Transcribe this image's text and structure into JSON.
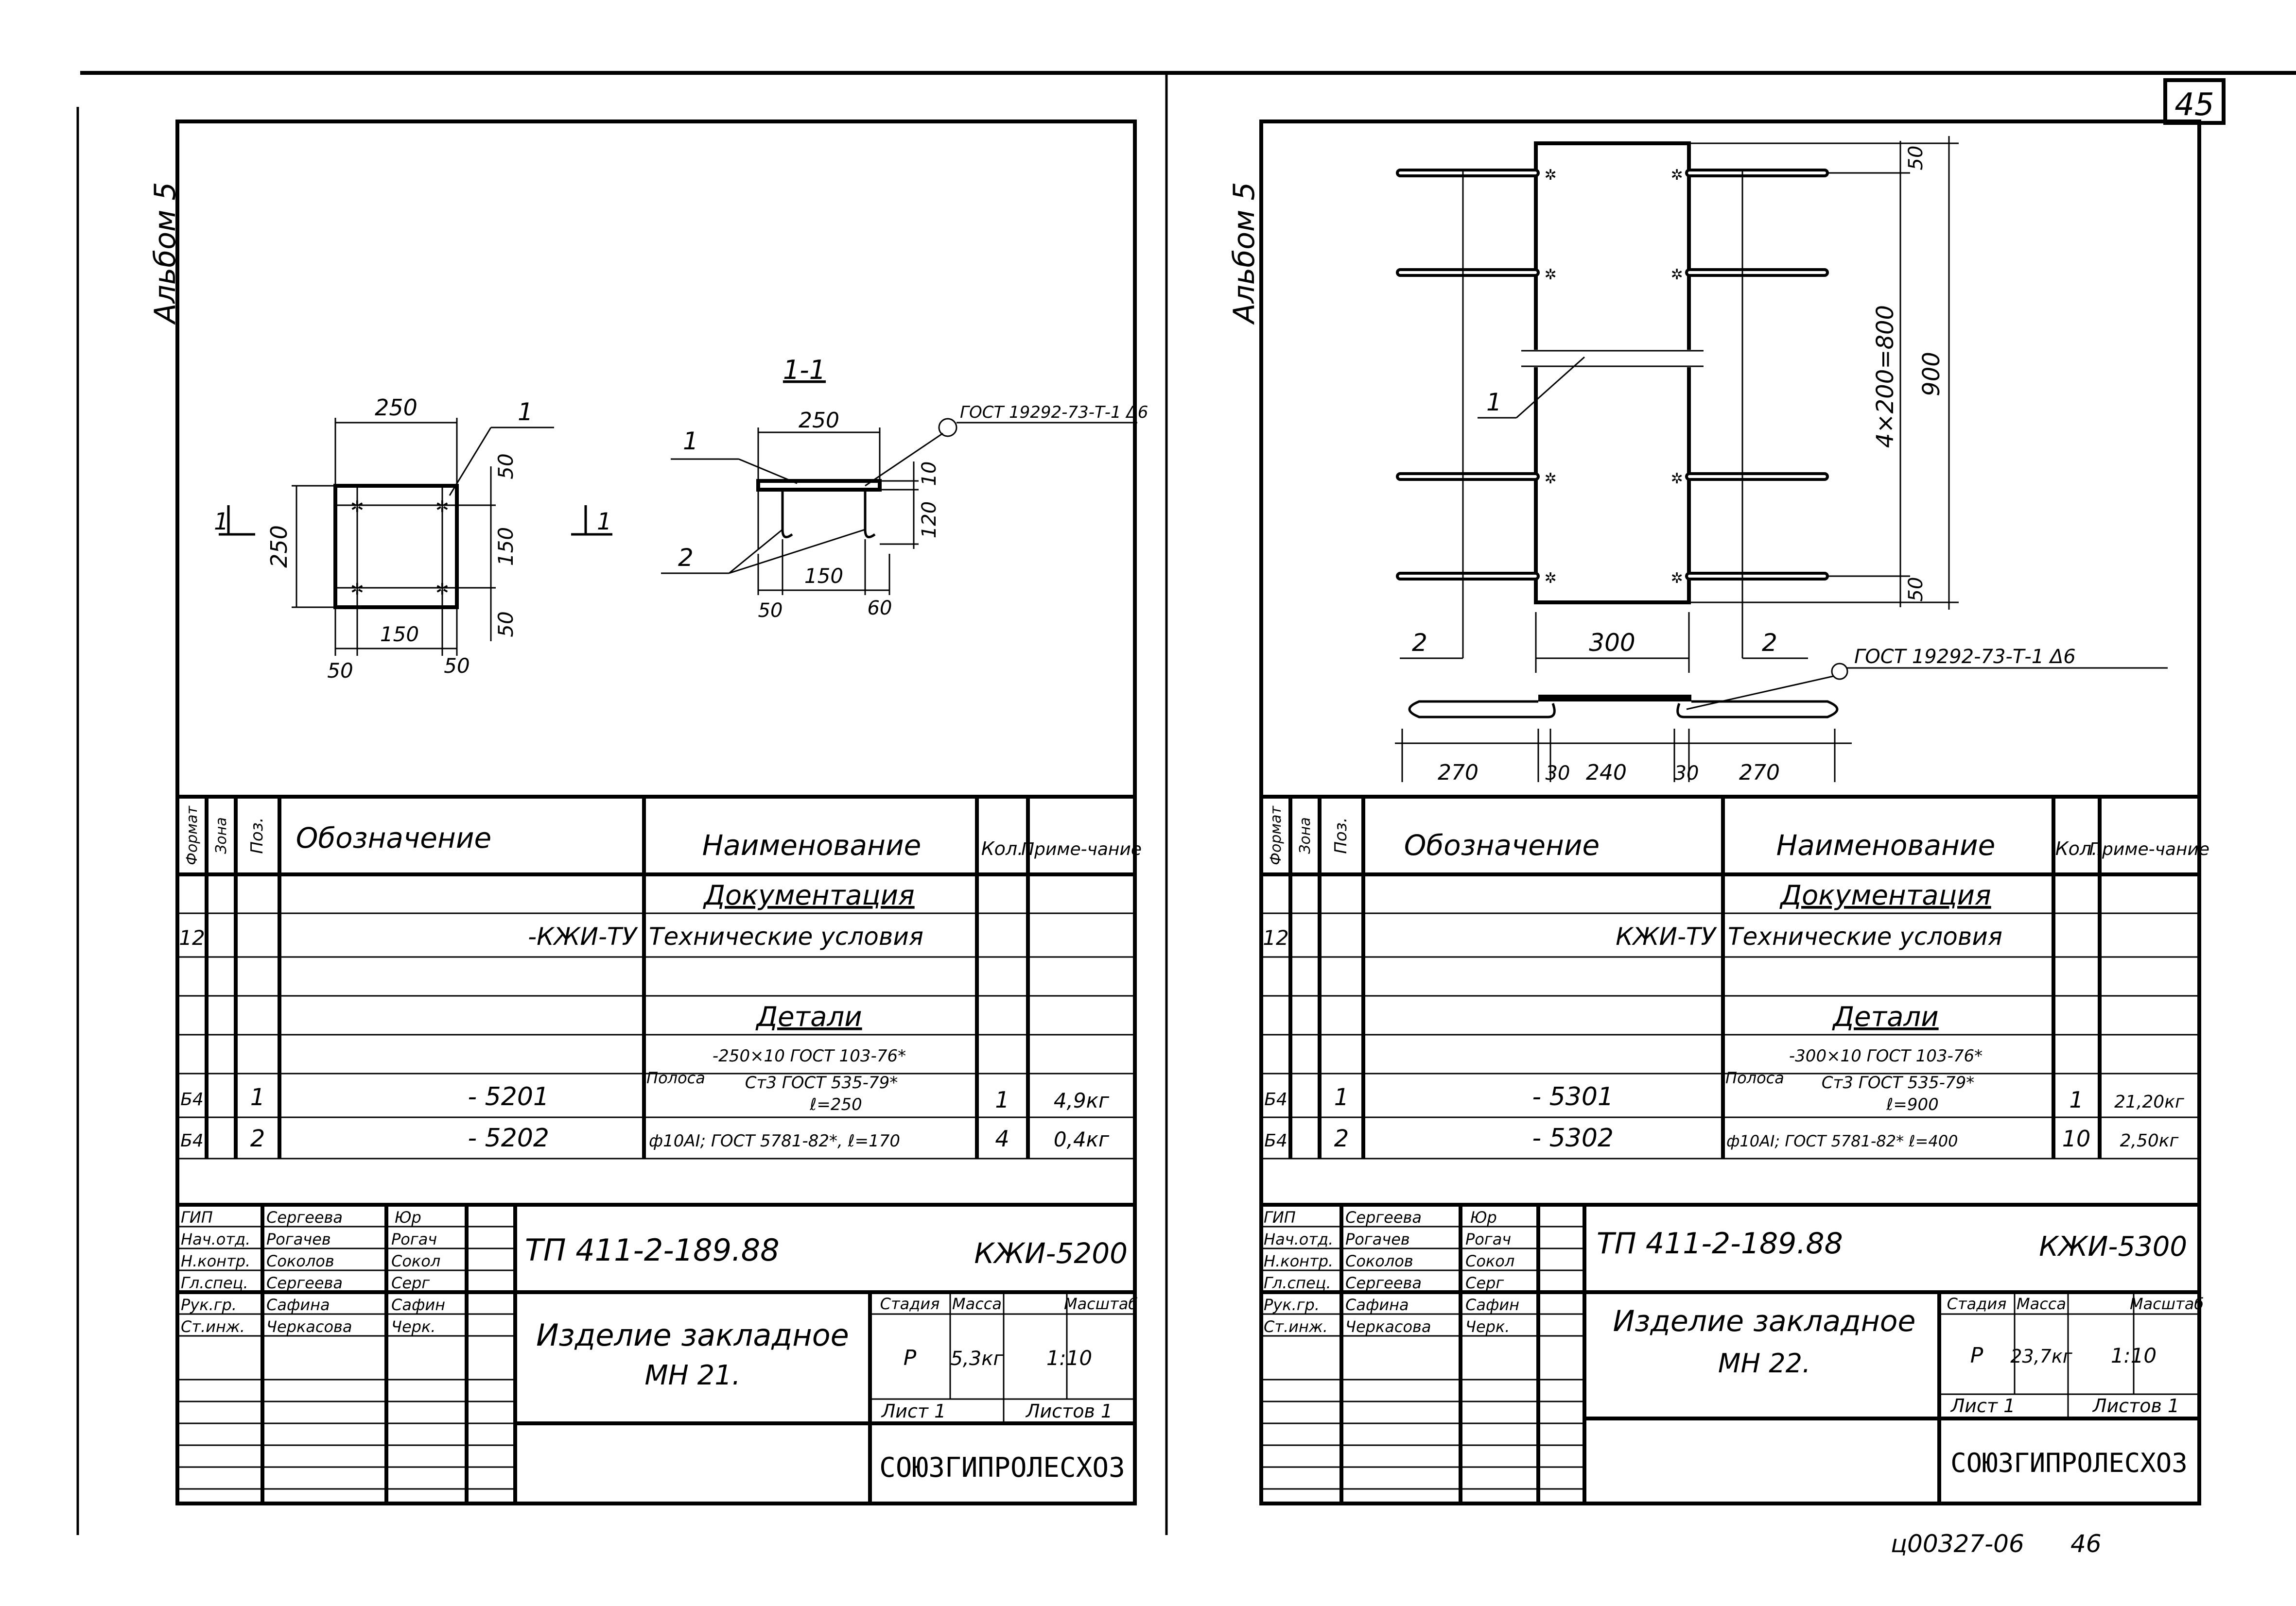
{
  "page_number": "45",
  "footer_code": "ц00327-06",
  "footer_page": "46",
  "sheet1": {
    "album": "Альбом 5",
    "section_title": "1-1",
    "section_arrow": "1",
    "weld_note": "ГОСТ 19292-73-Т-1 Δ6",
    "dims": {
      "top_width": "250",
      "side_height": "250",
      "right_top": "50",
      "right_mid": "150",
      "right_bot": "50",
      "inner_width": "150",
      "bot_left": "50",
      "bot_right": "50",
      "sec_width": "250",
      "sec_thk": "10",
      "sec_h": "120",
      "sec_inner": "150",
      "sec_left": "50",
      "sec_right": "60"
    },
    "leaders": {
      "plate": "1",
      "sec_plate": "1",
      "anchor": "2"
    },
    "spec": {
      "headers": {
        "format": "Формат",
        "zone": "Зона",
        "pos": "Поз.",
        "designation": "Обозначение",
        "name": "Наименование",
        "qty": "Кол.",
        "note": "Приме-чание"
      },
      "docs_heading": "Документация",
      "tu_row": {
        "format": "12",
        "designation": "-КЖИ-ТУ",
        "name": "Технические условия"
      },
      "parts_heading": "Детали",
      "rows": [
        {
          "format": "Б4",
          "pos": "1",
          "designation": "- 5201",
          "name_prefix": "Полоса",
          "name_line1": "-250×10 ГОСТ 103-76*",
          "name_line2": "Ст3 ГОСТ 535-79*",
          "name_line3": "ℓ=250",
          "qty": "1",
          "note": "4,9кг"
        },
        {
          "format": "Б4",
          "pos": "2",
          "designation": "- 5202",
          "name_line1": "ф10АI; ГОСТ 5781-82*, ℓ=170",
          "qty": "4",
          "note": "0,4кг"
        }
      ]
    },
    "title_block": {
      "people": [
        {
          "role": "ГИП",
          "name": "Сергеева",
          "sign": "Юр"
        },
        {
          "role": "Нач.отд.",
          "name": "Рогачев",
          "sign": "Рогач"
        },
        {
          "role": "Н.контр.",
          "name": "Соколов",
          "sign": "Сокол"
        },
        {
          "role": "Гл.спец.",
          "name": "Сергеева",
          "sign": "Серг"
        },
        {
          "role": "Рук.гр.",
          "name": "Сафина",
          "sign": "Сафин"
        },
        {
          "role": "Ст.инж.",
          "name": "Черкасова",
          "sign": "Черк."
        }
      ],
      "project": "ТП 411-2-189.88",
      "code": "КЖИ-5200",
      "title_line1": "Изделие закладное",
      "title_line2": "МН 21.",
      "stage_label": "Стадия",
      "mass_label": "Масса",
      "scale_label": "Масштаб",
      "stage": "Р",
      "mass": "5,3кг",
      "scale": "1:10",
      "sheet_label": "Лист 1",
      "sheets_label": "Листов 1",
      "org": "СОЮЗГИПРОЛЕСХОЗ"
    }
  },
  "sheet2": {
    "album": "Альбом 5",
    "weld_note": "ГОСТ 19292-73-Т-1 Δ6",
    "dims": {
      "top": "50",
      "pitch": "4×200=800",
      "total": "900",
      "bottom": "50",
      "plate_width": "300",
      "bar_left": "2",
      "bar_right": "2",
      "bottom_a": "270",
      "bottom_b": "30",
      "bottom_c": "240",
      "bottom_d": "30",
      "bottom_e": "270"
    },
    "leaders": {
      "plate": "1"
    },
    "spec": {
      "headers": {
        "format": "Формат",
        "zone": "Зона",
        "pos": "Поз.",
        "designation": "Обозначение",
        "name": "Наименование",
        "qty": "Кол.",
        "note": "Приме-чание"
      },
      "docs_heading": "Документация",
      "tu_row": {
        "format": "12",
        "designation": "КЖИ-ТУ",
        "name": "Технические условия"
      },
      "parts_heading": "Детали",
      "rows": [
        {
          "format": "Б4",
          "pos": "1",
          "designation": "- 5301",
          "name_prefix": "Полоса",
          "name_line1": "-300×10 ГОСТ 103-76*",
          "name_line2": "Ст3 ГОСТ 535-79*",
          "name_line3": "ℓ=900",
          "qty": "1",
          "note": "21,20кг"
        },
        {
          "format": "Б4",
          "pos": "2",
          "designation": "- 5302",
          "name_line1": "ф10АI; ГОСТ 5781-82* ℓ=400",
          "qty": "10",
          "note": "2,50кг"
        }
      ]
    },
    "title_block": {
      "people": [
        {
          "role": "ГИП",
          "name": "Сергеева",
          "sign": "Юр"
        },
        {
          "role": "Нач.отд.",
          "name": "Рогачев",
          "sign": "Рогач"
        },
        {
          "role": "Н.контр.",
          "name": "Соколов",
          "sign": "Сокол"
        },
        {
          "role": "Гл.спец.",
          "name": "Сергеева",
          "sign": "Серг"
        },
        {
          "role": "Рук.гр.",
          "name": "Сафина",
          "sign": "Сафин"
        },
        {
          "role": "Ст.инж.",
          "name": "Черкасова",
          "sign": "Черк."
        }
      ],
      "project": "ТП 411-2-189.88",
      "code": "КЖИ-5300",
      "title_line1": "Изделие закладное",
      "title_line2": "МН 22.",
      "stage_label": "Стадия",
      "mass_label": "Масса",
      "scale_label": "Масштаб",
      "stage": "Р",
      "mass": "23,7кг",
      "scale": "1:10",
      "sheet_label": "Лист 1",
      "sheets_label": "Листов 1",
      "org": "СОЮЗГИПРОЛЕСХОЗ"
    }
  }
}
